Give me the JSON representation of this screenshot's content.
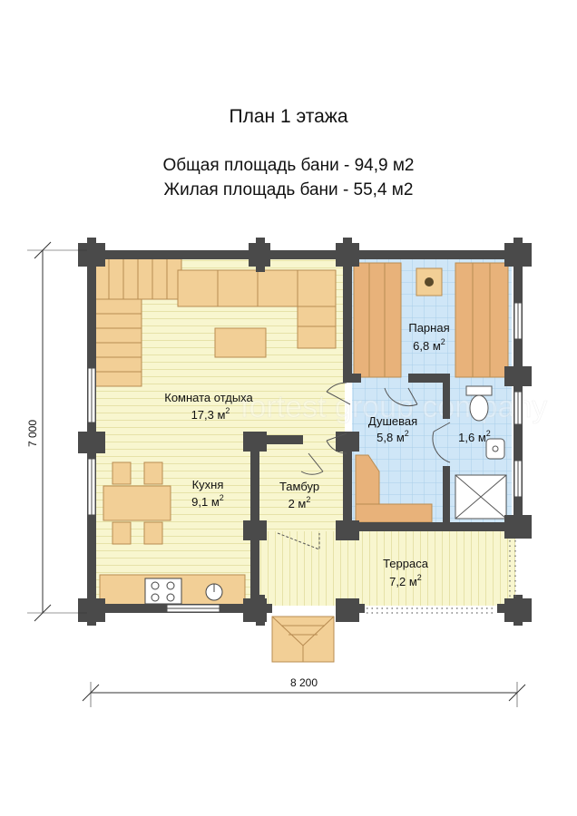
{
  "header": {
    "title": "План 1 этажа",
    "total_area": "Общая площадь бани - 94,9 м2",
    "living_area": "Жилая площадь бани - 55,4 м2"
  },
  "rooms": {
    "lounge": {
      "name": "Комната отдыха",
      "area": "17,3 м",
      "sup": "2"
    },
    "kitchen": {
      "name": "Кухня",
      "area": "9,1 м",
      "sup": "2"
    },
    "vestibule": {
      "name": "Тамбур",
      "area": "2 м",
      "sup": "2"
    },
    "steam_room": {
      "name": "Парная",
      "area": "6,8 м",
      "sup": "2"
    },
    "shower": {
      "name": "Душевая",
      "area": "5,8 м",
      "sup": "2"
    },
    "wc": {
      "name": "",
      "area": "1,6 м",
      "sup": "2"
    },
    "terrace": {
      "name": "Терраса",
      "area": "7,2 м",
      "sup": "2"
    }
  },
  "dimensions": {
    "height": "7 000",
    "width": "8 200"
  },
  "watermark": "fortest group company",
  "colors": {
    "wall": "#4a4a4a",
    "floor_wood": "#f8f6cf",
    "floor_tile": "#cfe6f7",
    "furniture": "#f2cf96",
    "furniture_stroke": "#b88c52"
  }
}
